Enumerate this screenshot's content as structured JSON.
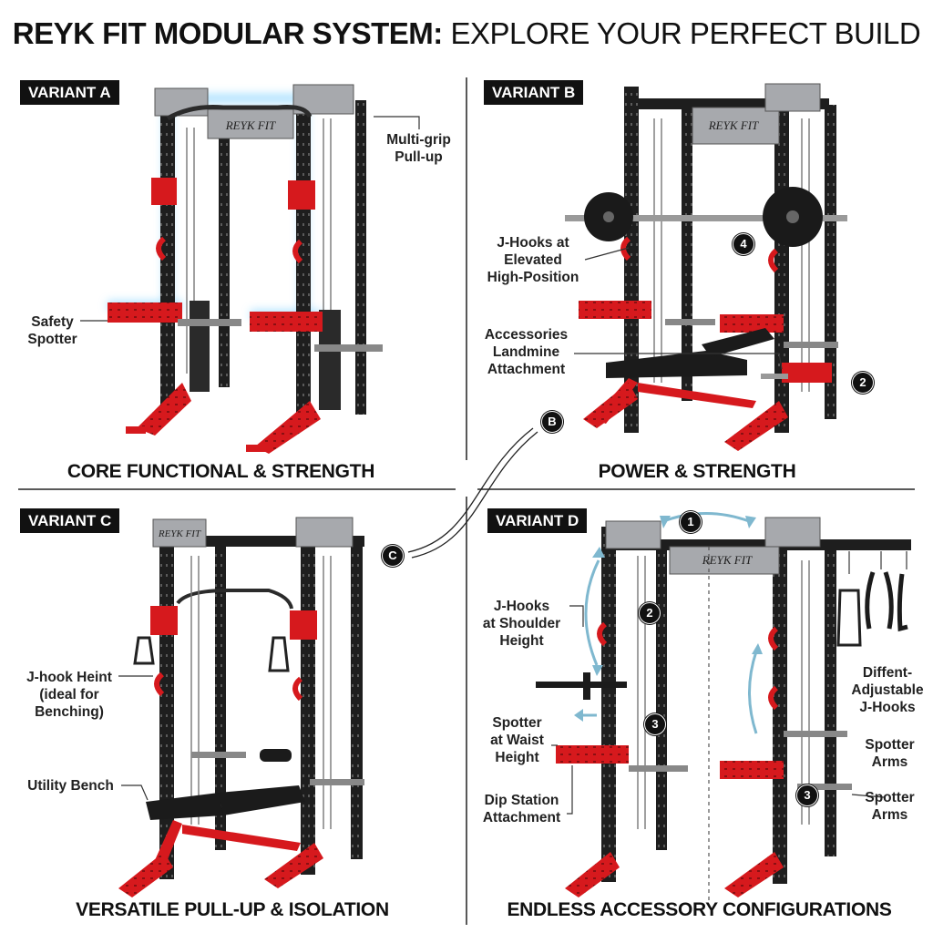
{
  "title": {
    "bold": "REYK FIT MODULAR SYSTEM:",
    "light": "EXPLORE YOUR PERFECT BUILD"
  },
  "brand_plate": "REYK FIT",
  "colors": {
    "accent_red": "#d6191d",
    "frame": "#1e1e1e",
    "plate_grey": "#a7a9ad",
    "glow": "#7fd0ff"
  },
  "panels": {
    "a": {
      "tag": "VARIANT A",
      "caption": "CORE FUNCTIONAL & STRENGTH",
      "callouts": {
        "pullup": "Multi-grip\nPull-up",
        "spotter": "Safety\nSpotter"
      }
    },
    "b": {
      "tag": "VARIANT B",
      "caption": "POWER & STRENGTH",
      "callouts": {
        "jhooks": "J-Hooks at\nElevated\nHigh-Position",
        "landmine": "Accessories\nLandmine\nAttachment"
      },
      "badges": {
        "four": "4",
        "two": "2"
      }
    },
    "c": {
      "tag": "VARIANT C",
      "caption": "VERSATILE PULL-UP & ISOLATION",
      "callouts": {
        "jhook": "J-hook Heint\n(ideal for\nBenching)",
        "bench": "Utility Bench"
      }
    },
    "d": {
      "tag": "VARIANT D",
      "caption": "ENDLESS ACCESSORY CONFIGURATIONS",
      "callouts": {
        "shoulder": "J-Hooks\nat Shoulder\nHeight",
        "waist": "Spotter\nat Waist\nHeight",
        "dip": "Dip Station\nAttachment",
        "adjustable": "Diffent-\nAdjustable\nJ-Hooks",
        "arms1": "Spotter\nArms",
        "arms2": "Spotter\nArms"
      },
      "badges": {
        "one": "1",
        "two": "2",
        "three_a": "3",
        "three_b": "3"
      }
    }
  },
  "connector_badges": {
    "b": "B",
    "c": "C"
  }
}
